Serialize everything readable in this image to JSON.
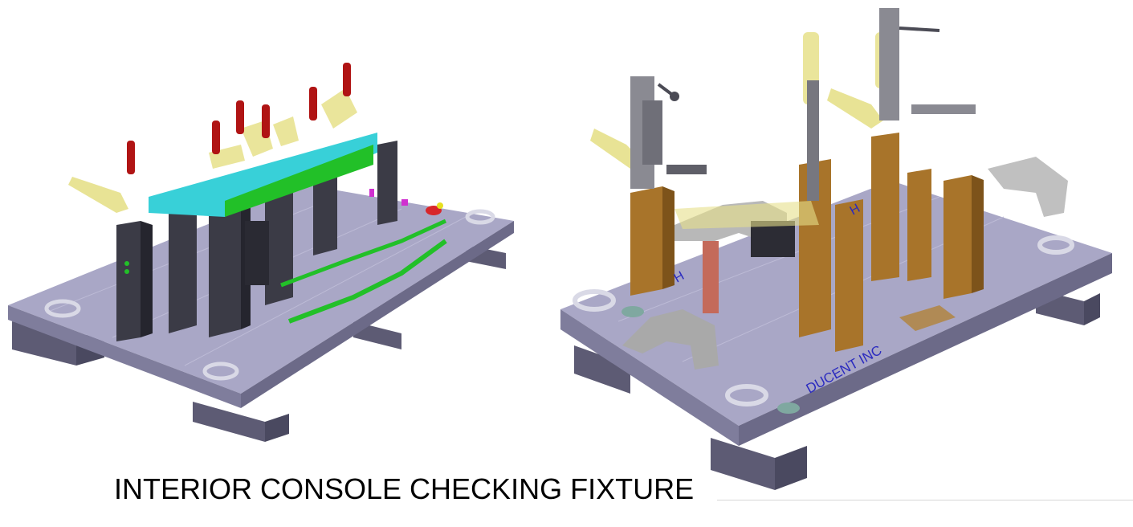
{
  "caption": "INTERIOR CONSOLE CHECKING FIXTURE",
  "fixture_right": {
    "brand_label": "DUCENT INC",
    "corner_label_left": "H",
    "corner_label_right": "H"
  },
  "colors": {
    "baseplate": "#a9a7c6",
    "baseplate_dark": "#7f7d9c",
    "riser_dark": "#3b3b46",
    "detail_cyan": "#38d0d8",
    "detail_green": "#22c028",
    "clamp_yellow": "#e6e08a",
    "handle_red": "#b01414",
    "block_bronze": "#a8742a",
    "nest_gray": "#c0c0c0",
    "brand_blue": "#2a2abf"
  }
}
